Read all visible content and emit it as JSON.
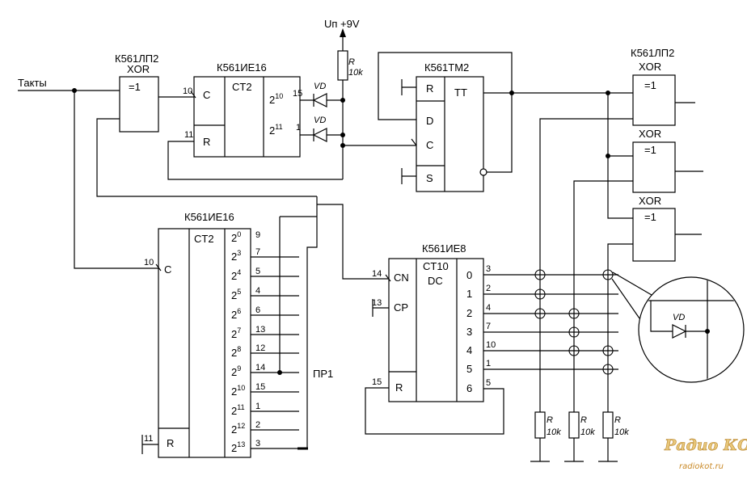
{
  "input_label": "Такты",
  "supply_label": "Uп +9V",
  "xor_left": {
    "part": "К561ЛП2",
    "type": "XOR",
    "symbol": "=1"
  },
  "counter_top": {
    "part": "К561ИЕ16",
    "func": "CT2",
    "in_c": "C",
    "in_r": "R",
    "pin_c": "10",
    "pin_r": "11",
    "outputs": [
      {
        "base": "2",
        "exp": "10",
        "pin": "15"
      },
      {
        "base": "2",
        "exp": "11",
        "pin": "1"
      }
    ]
  },
  "diodes_top": [
    "VD",
    "VD"
  ],
  "pullup": {
    "ref": "R",
    "value": "10k"
  },
  "flipflop": {
    "part": "К561ТМ2",
    "func": "TT",
    "in_r": "R",
    "in_d": "D",
    "in_c": "C",
    "in_s": "S"
  },
  "xor_right": {
    "part": "К561ЛП2",
    "gates": [
      {
        "type": "XOR",
        "symbol": "=1"
      },
      {
        "type": "XOR",
        "symbol": "=1"
      },
      {
        "type": "XOR",
        "symbol": "=1"
      }
    ]
  },
  "counter_bottom": {
    "part": "К561ИЕ16",
    "func": "CT2",
    "in_c": "C",
    "in_r": "R",
    "pin_c": "10",
    "pin_r": "11",
    "outputs": [
      {
        "base": "2",
        "exp": "0",
        "pin": "9"
      },
      {
        "base": "2",
        "exp": "3",
        "pin": "7"
      },
      {
        "base": "2",
        "exp": "4",
        "pin": "5"
      },
      {
        "base": "2",
        "exp": "5",
        "pin": "4"
      },
      {
        "base": "2",
        "exp": "6",
        "pin": "6"
      },
      {
        "base": "2",
        "exp": "7",
        "pin": "13"
      },
      {
        "base": "2",
        "exp": "8",
        "pin": "12"
      },
      {
        "base": "2",
        "exp": "9",
        "pin": "14"
      },
      {
        "base": "2",
        "exp": "10",
        "pin": "15"
      },
      {
        "base": "2",
        "exp": "11",
        "pin": "1"
      },
      {
        "base": "2",
        "exp": "12",
        "pin": "2"
      },
      {
        "base": "2",
        "exp": "13",
        "pin": "3"
      }
    ]
  },
  "jumper_label": "ПР1",
  "decoder": {
    "part": "К561ИЕ8",
    "func": "CT10",
    "func2": "DC",
    "in_cn": "CN",
    "in_cp": "CP",
    "in_r": "R",
    "pin_cn": "14",
    "pin_cp": "13",
    "pin_r": "15",
    "outputs": [
      {
        "label": "0",
        "pin": "3"
      },
      {
        "label": "1",
        "pin": "2"
      },
      {
        "label": "2",
        "pin": "4"
      },
      {
        "label": "3",
        "pin": "7"
      },
      {
        "label": "4",
        "pin": "10"
      },
      {
        "label": "5",
        "pin": "1"
      },
      {
        "label": "6",
        "pin": "5"
      }
    ]
  },
  "resistors_bottom": [
    {
      "ref": "R",
      "value": "10k"
    },
    {
      "ref": "R",
      "value": "10k"
    },
    {
      "ref": "R",
      "value": "10k"
    }
  ],
  "inset": {
    "diode": "VD"
  },
  "watermark": {
    "logo": "Радио КОТ",
    "url": "radiokot.ru"
  },
  "colors": {
    "ink": "#000000",
    "background": "#ffffff",
    "logo": "#e8c77a",
    "logo_outline": "#b8862e",
    "url": "#c98a28"
  }
}
